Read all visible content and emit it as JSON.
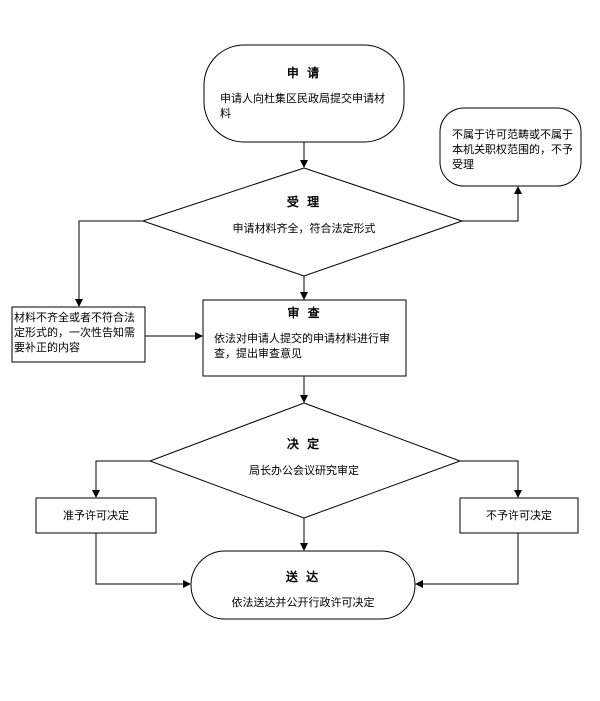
{
  "apply": {
    "title": "申 请",
    "text": "申请人向杜集区民政局提交申请材料"
  },
  "reject_scope": {
    "text": "不属于许可范畴或不属于本机关职权范围的，不予受理"
  },
  "accept": {
    "title": "受 理",
    "text": "申请材料齐全，符合法定形式"
  },
  "incomplete": {
    "text": "材料不齐全或者不符合法定形式的，一次性告知需要补正的内容"
  },
  "review": {
    "title": "审 查",
    "text": "依法对申请人提交的申请材料进行审查，提出审查意见"
  },
  "decide": {
    "title": "决 定",
    "text": "局长办公会议研究审定"
  },
  "grant": {
    "text": "准予许可决定"
  },
  "deny": {
    "text": "不予许可决定"
  },
  "deliver": {
    "title": "送 达",
    "text": "依法送达并公开行政许可决定"
  }
}
